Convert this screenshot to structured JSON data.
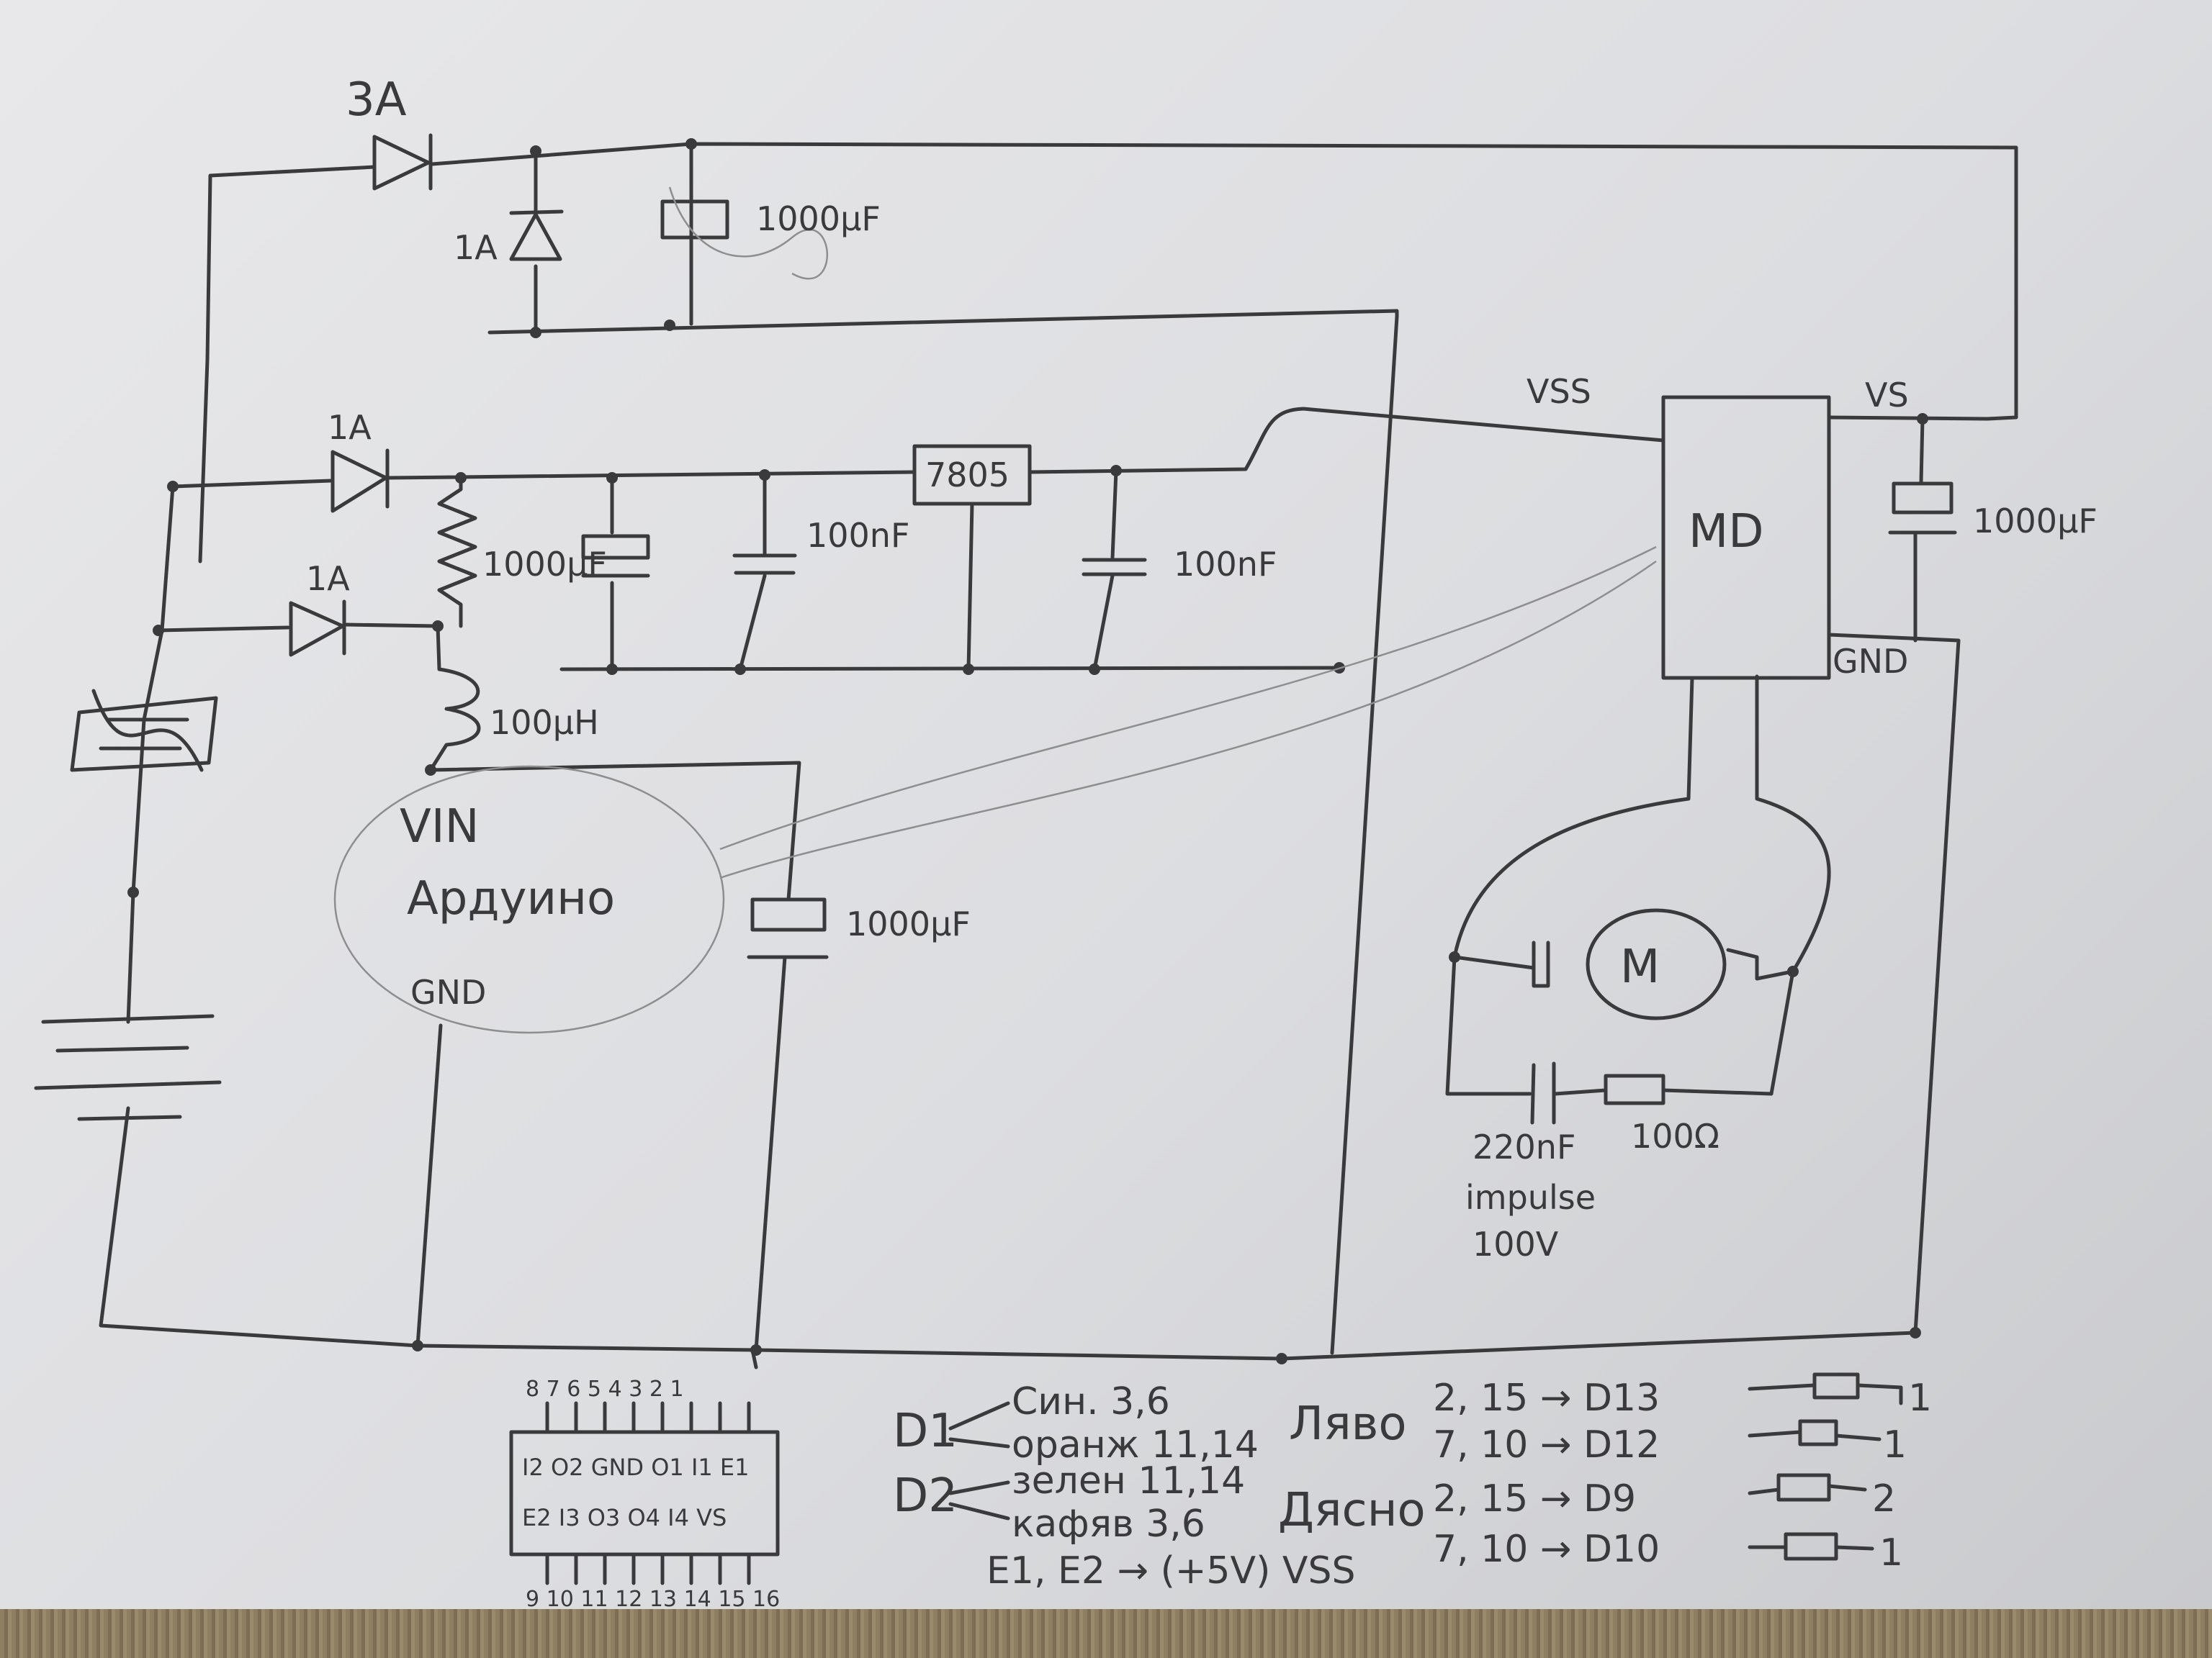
{
  "diagram": {
    "labels": {
      "fuse_3a": "3A",
      "diode_1a_top": "1A",
      "cap_top": "1000µF",
      "diode_1a_mid": "1A",
      "diode_1a_low": "1A",
      "cap_1000_left": "1000µF",
      "cap_100nf_1": "100nF",
      "regulator": "7805",
      "cap_100nf_2": "100nF",
      "inductor": "100µH",
      "vin": "VIN",
      "arduino": "Ардуино",
      "gnd_arduino": "GND",
      "cap_1000_mid": "1000µF",
      "vss": "VSS",
      "vs": "VS",
      "motor_driver": "MD",
      "cap_1000_right": "1000µF",
      "gnd_md": "GND",
      "motor": "M",
      "snubber_cap": "220nF",
      "snubber_cap_note": "impulse",
      "snubber_cap_volt": "100V",
      "snubber_res": "100Ω"
    },
    "chip": {
      "top_pins": [
        "8",
        "7",
        "6",
        "5",
        "4",
        "3",
        "2",
        "1"
      ],
      "row1": [
        "I2",
        "O2",
        "GND",
        "O1",
        "I1",
        "E1"
      ],
      "row2": [
        "E2",
        "I3",
        "O3",
        "O4",
        "I4",
        "VS"
      ],
      "bottom_pins": [
        "9",
        "10",
        "11",
        "12",
        "13",
        "14",
        "15",
        "16"
      ]
    },
    "notes": {
      "d1": "D1",
      "d2": "D2",
      "d1_a": "Син. 3,6",
      "d1_b": "оранж 11,14",
      "d2_a": "зелен 11,14",
      "d2_b": "кафяв 3,6",
      "enable": "E1, E2 → (+5V) VSS",
      "left": "Ляво",
      "right": "Дясно",
      "map_1": "2, 15 → D13",
      "map_2": "7, 10 → D12",
      "map_3": "2, 15 → D9",
      "map_4": "7, 10 → D10",
      "end_1": "1",
      "end_2": "1",
      "end_3": "2",
      "end_4": "1"
    }
  }
}
